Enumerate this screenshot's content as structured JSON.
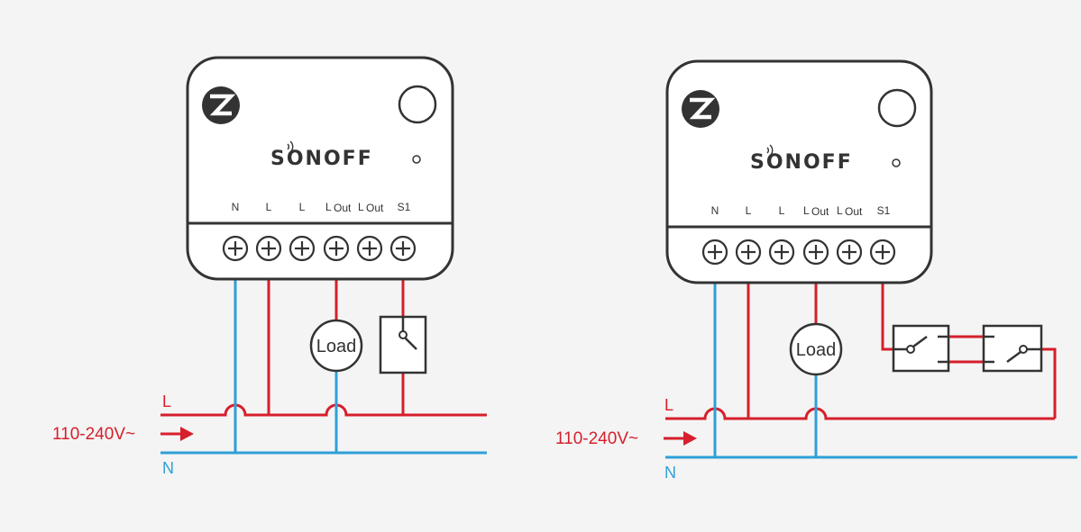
{
  "diagrams": [
    {
      "brand": "SONOFF",
      "terminals": [
        "N",
        "L",
        "L",
        "L",
        "L",
        "S1"
      ],
      "terminal_subs": [
        "",
        "",
        "",
        "Out",
        "Out",
        ""
      ],
      "load_label": "Load",
      "supply_label": "110-240V~",
      "line_label": "L",
      "neutral_label": "N"
    },
    {
      "brand": "SONOFF",
      "terminals": [
        "N",
        "L",
        "L",
        "L",
        "L",
        "S1"
      ],
      "terminal_subs": [
        "",
        "",
        "",
        "Out",
        "Out",
        ""
      ],
      "load_label": "Load",
      "supply_label": "110-240V~",
      "line_label": "L",
      "neutral_label": "N"
    }
  ],
  "colors": {
    "line_wire": "#d61f2b",
    "neutral_wire": "#2ea0d8",
    "outline": "#333333"
  },
  "icons": [
    "zigbee-logo-icon",
    "wifi-signal-icon",
    "led-indicator-icon",
    "arrow-right-icon",
    "switch-icon"
  ]
}
